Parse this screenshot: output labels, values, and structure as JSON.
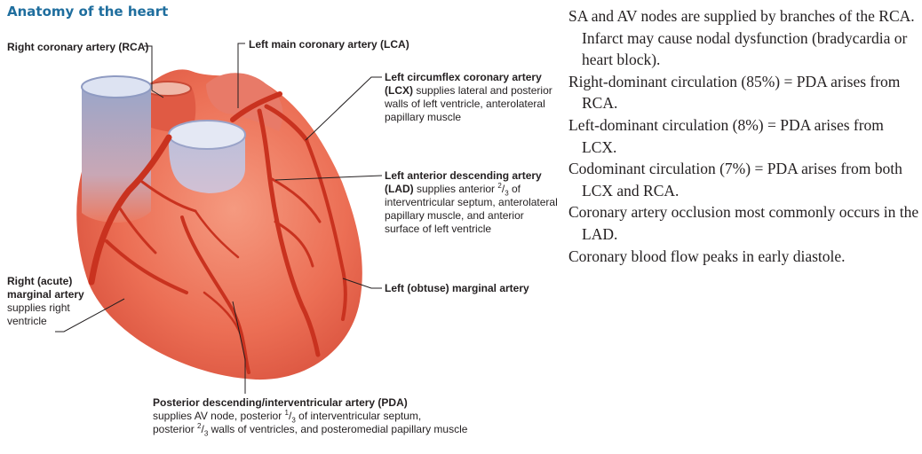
{
  "title": "Anatomy of the heart",
  "labels": {
    "rca": "Right coronary artery (RCA)",
    "lca": "Left main coronary artery (LCA)",
    "lcx_bold": "Left circumflex coronary artery (LCX)",
    "lcx_rest": "supplies lateral and posterior walls of left ventricle, anterolateral papillary muscle",
    "lad_bold": "Left anterior descending artery (LAD)",
    "lad_pre": "supplies anterior",
    "lad_frac_num": "2",
    "lad_frac_den": "3",
    "lad_post": "of interventricular septum, anterolateral papillary muscle, and anterior surface of left ventricle",
    "ram_bold": "Right (acute) marginal artery",
    "ram_rest": "supplies right ventricle",
    "lom": "Left (obtuse) marginal artery",
    "pda_bold": "Posterior descending/interventricular artery (PDA)",
    "pda_pre": "supplies AV node, posterior",
    "pda_frac1_num": "1",
    "pda_frac1_den": "3",
    "pda_mid": "of interventricular septum,",
    "pda_line3_pre": "posterior",
    "pda_frac2_num": "2",
    "pda_frac2_den": "3",
    "pda_post": "walls of ventricles, and posteromedial papillary muscle"
  },
  "facts": [
    "SA and AV nodes are supplied by branches of the RCA. Infarct may cause nodal dysfunction (bradycardia or heart block).",
    "Right-dominant circulation (85%) = PDA arises from RCA.",
    "Left-dominant circulation (8%) = PDA arises from LCX.",
    "Codominant circulation (7%) = PDA arises from both LCX and RCA.",
    "Coronary artery occlusion most commonly occurs in the LAD.",
    "Coronary blood flow peaks in early diastole."
  ]
}
